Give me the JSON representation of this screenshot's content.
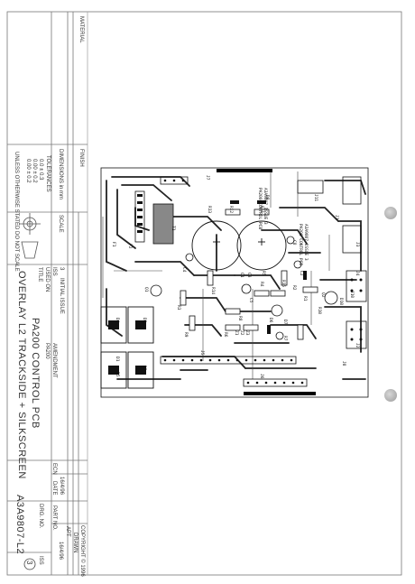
{
  "title_block": {
    "material_label": "MATERIAL",
    "finish_label": "FINISH",
    "dimensions_label": "DIMENSIONS in mm",
    "tolerances_label": "TOLERANCES",
    "tol_lines": [
      "0.0  ± 0.3",
      "0.00 ± 0.2",
      "0.00 ± 0.2"
    ],
    "unless_label": "UNLESS OTHERWISE STATED DO NOT SCALE",
    "scale_label": "SCALE",
    "issue_number": "3",
    "issue_desc": "INITIAL ISSUE",
    "iss_label": "ISS",
    "amendment_label": "AMENDMENT",
    "ecn_label": "ECN",
    "date_label": "DATE",
    "issue_date": "16/4/96",
    "used_on_label": "USED ON",
    "used_on_value": "PA200",
    "title_label": "TITLE",
    "title_line1": "PA200 CONTROL PCB",
    "title_line2": "OVERLAY L2 TRACKSIDE + SILKSCREEN",
    "copyright": "COPYRIGHT © 1996",
    "drawn_label": "DRAWN",
    "drawn_by": "APT",
    "drawn_date": "16/4/96",
    "part_no_label": "PART NO.",
    "drg_no_label": "DRG. NO.",
    "drg_no": "A3A9807-L2",
    "iss_short": "ISS",
    "issue_circle": "3"
  },
  "pcb": {
    "silk_line1": "A3A9807 ISSUE 3",
    "silk_line2": "PA200 CONTROL PCB",
    "copper_line1": "A3A9807 ISSUE 3",
    "copper_line2": "PA200 CONTROL PCB",
    "refs": [
      "J1",
      "J2",
      "J3",
      "J4",
      "J5",
      "J6",
      "J7",
      "J8",
      "J10",
      "J11",
      "C1",
      "C2",
      "C3",
      "C4",
      "C5",
      "C8",
      "R1",
      "R2",
      "R3",
      "R4",
      "R5",
      "R6",
      "R7",
      "R8",
      "R9",
      "R10",
      "R11",
      "R12",
      "R13",
      "R14",
      "R15",
      "Q1",
      "Q2",
      "D1",
      "D2",
      "D3",
      "D4",
      "D5",
      "D6",
      "D7",
      "D8",
      "D10",
      "Z1",
      "Z2",
      "Z3",
      "F1",
      "F2",
      "T1"
    ]
  }
}
